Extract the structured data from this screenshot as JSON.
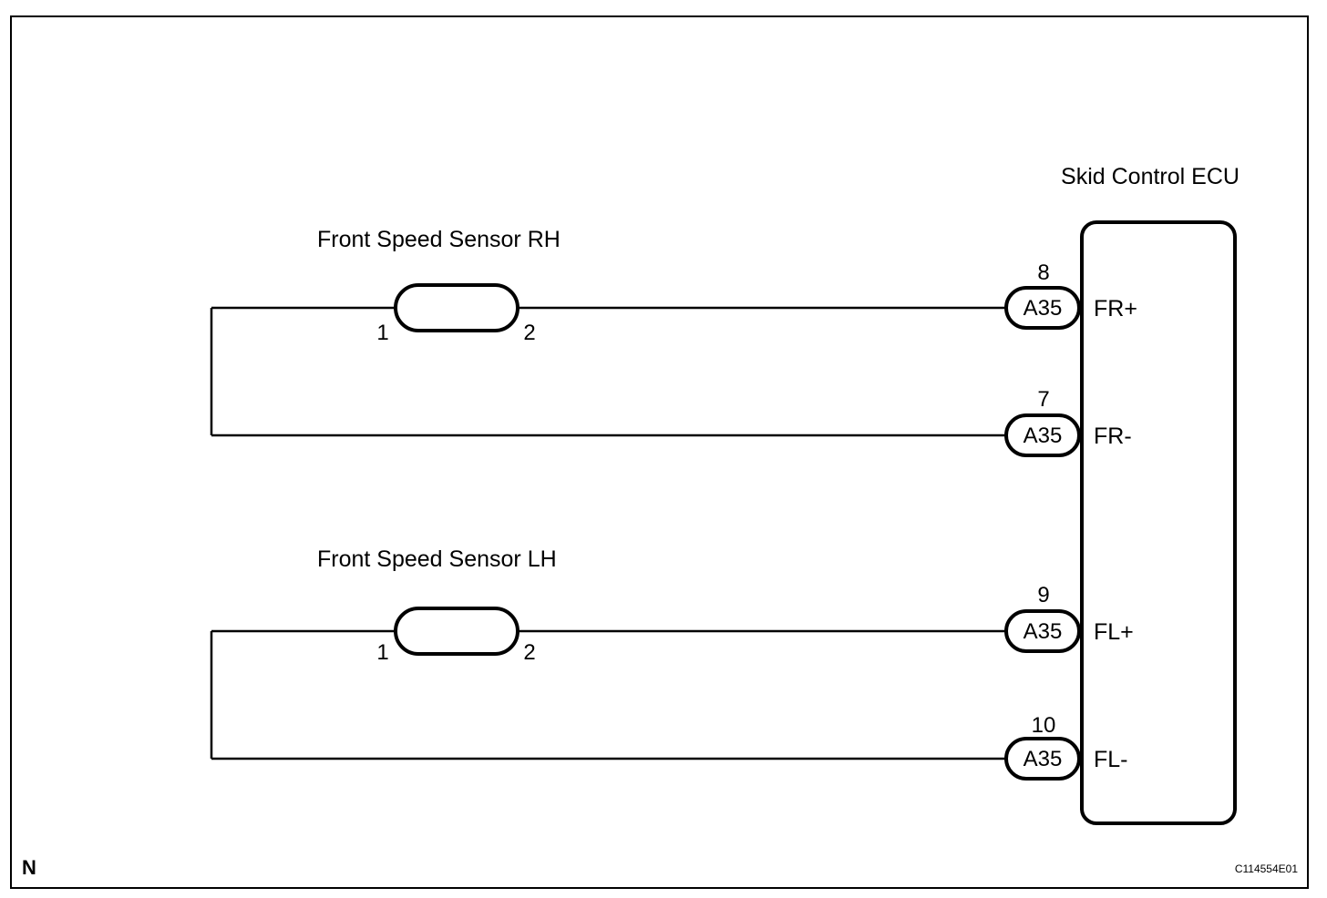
{
  "ecu": {
    "title": "Skid Control ECU",
    "terminals": [
      {
        "pin": "8",
        "connector": "A35",
        "name": "FR+"
      },
      {
        "pin": "7",
        "connector": "A35",
        "name": "FR-"
      },
      {
        "pin": "9",
        "connector": "A35",
        "name": "FL+"
      },
      {
        "pin": "10",
        "connector": "A35",
        "name": "FL-"
      }
    ]
  },
  "sensors": [
    {
      "title": "Front Speed Sensor RH",
      "pin_left": "1",
      "pin_right": "2"
    },
    {
      "title": "Front Speed Sensor LH",
      "pin_left": "1",
      "pin_right": "2"
    }
  ],
  "corner_mark": "N",
  "figure_code": "C114554E01"
}
